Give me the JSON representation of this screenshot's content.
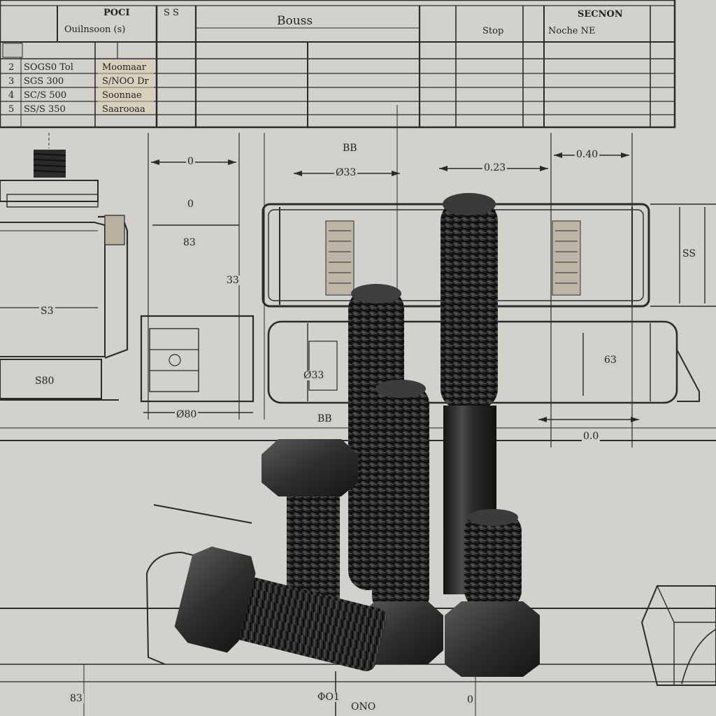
{
  "title_block": {
    "header_left": "POCI",
    "header_left_sub": "Ouilnsoon (s)",
    "header_mid": "Bouss",
    "header_right_top": "SECNON",
    "header_right_sub": "Noche NE",
    "header_stop": "Stop",
    "small_mark": "S S",
    "rows": [
      {
        "num": "2",
        "code": "SOGS0 Tol",
        "desc": "Moomaar"
      },
      {
        "num": "3",
        "code": "SGS 300",
        "desc": "S/NOO Dr"
      },
      {
        "num": "4",
        "code": "SC/S 500",
        "desc": "Soonnae"
      },
      {
        "num": "5",
        "code": "SS/S 350",
        "desc": "Saarooaa"
      }
    ]
  },
  "dimension_labels": [
    {
      "id": "dim-a",
      "text": "0"
    },
    {
      "id": "dim-b",
      "text": "0"
    },
    {
      "id": "dim-c",
      "text": "Ø33"
    },
    {
      "id": "dim-d",
      "text": "0.23"
    },
    {
      "id": "dim-e",
      "text": "0.40"
    },
    {
      "id": "dim-f",
      "text": "BB"
    },
    {
      "id": "dim-g",
      "text": "33"
    },
    {
      "id": "dim-h",
      "text": "S3"
    },
    {
      "id": "dim-i",
      "text": "SS"
    },
    {
      "id": "dim-j",
      "text": "Ø33"
    },
    {
      "id": "dim-k",
      "text": "S80"
    },
    {
      "id": "dim-l",
      "text": "Ø80"
    },
    {
      "id": "dim-m",
      "text": "BB"
    },
    {
      "id": "dim-n",
      "text": "0.0"
    },
    {
      "id": "dim-o",
      "text": "63"
    },
    {
      "id": "dim-p",
      "text": "ONO"
    },
    {
      "id": "dim-q",
      "text": "0"
    },
    {
      "id": "dim-r",
      "text": "83"
    },
    {
      "id": "dim-s",
      "text": "ΦO1"
    },
    {
      "id": "dim-t",
      "text": "83"
    }
  ],
  "colors": {
    "paper": "#d2d1cc",
    "ink": "#2a2a2a",
    "bolt_dark": "#1e1e1e",
    "bolt_mid": "#3a3a3a",
    "bolt_highlight": "#6a6a6a"
  }
}
